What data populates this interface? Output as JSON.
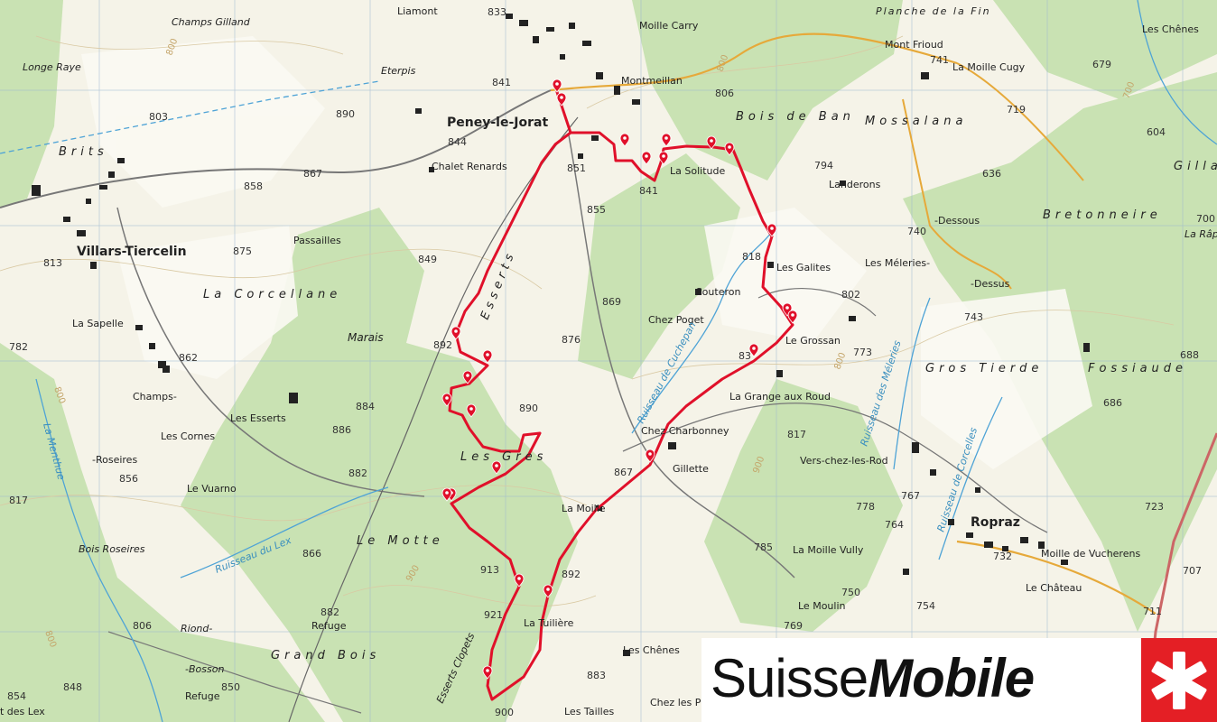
{
  "brand": {
    "word_plain": "Suisse",
    "word_bold": "Mobile",
    "flag_color": "#e41f25"
  },
  "route": {
    "color": "#e0102a",
    "marker_count": 24
  },
  "towns": [
    {
      "id": "peney",
      "label": "Peney-le-Jorat"
    },
    {
      "id": "villars",
      "label": "Villars-Tiercelin"
    },
    {
      "id": "ropraz",
      "label": "Ropraz"
    }
  ],
  "areas": [
    {
      "id": "esserts",
      "label": "Esserts"
    },
    {
      "id": "corcellane",
      "label": "La Corcellane"
    },
    {
      "id": "gres",
      "label": "Les Gres"
    },
    {
      "id": "motte",
      "label": "Le Motte"
    },
    {
      "id": "grandbois",
      "label": "Grand Bois"
    },
    {
      "id": "boisban",
      "label": "Bois de Ban"
    },
    {
      "id": "mossalana",
      "label": "Mossalana"
    },
    {
      "id": "brits",
      "label": "Brits"
    },
    {
      "id": "marais",
      "label": "Marais"
    },
    {
      "id": "grostierde",
      "label": "Gros Tierde"
    },
    {
      "id": "fossiaude",
      "label": "Fossiaude"
    },
    {
      "id": "bretonneire",
      "label": "Bretonneire"
    },
    {
      "id": "gilla",
      "label": "Gilla"
    }
  ],
  "places": [
    {
      "id": "champsgilland",
      "label": "Champs Gilland"
    },
    {
      "id": "liamont",
      "label": "Liamont"
    },
    {
      "id": "moillecarry",
      "label": "Moille Carry"
    },
    {
      "id": "planche",
      "label": "Planche de la Fin"
    },
    {
      "id": "leschenes1",
      "label": "Les Chênes"
    },
    {
      "id": "longeraye",
      "label": "Longe Raye"
    },
    {
      "id": "eterpis",
      "label": "Eterpis"
    },
    {
      "id": "montmeillan",
      "label": "Montmeillan"
    },
    {
      "id": "montfrioud",
      "label": "Mont Frioud"
    },
    {
      "id": "moillecugy",
      "label": "La Moille Cugy"
    },
    {
      "id": "chaletrenards",
      "label": "Chalet Renards"
    },
    {
      "id": "solitude",
      "label": "La Solitude"
    },
    {
      "id": "landerons",
      "label": "Landerons"
    },
    {
      "id": "dessous",
      "label": "-Dessous"
    },
    {
      "id": "rapi",
      "label": "La Râp"
    },
    {
      "id": "passailles",
      "label": "Passailles"
    },
    {
      "id": "galites",
      "label": "Les Galites"
    },
    {
      "id": "meleries",
      "label": "Les Méleries-"
    },
    {
      "id": "dessus",
      "label": "-Dessus"
    },
    {
      "id": "couteron",
      "label": "Couteron"
    },
    {
      "id": "chezpoget",
      "label": "Chez Poget"
    },
    {
      "id": "lasapelle",
      "label": "La Sapelle"
    },
    {
      "id": "grossan",
      "label": "Le Grossan"
    },
    {
      "id": "champs",
      "label": "Champs-"
    },
    {
      "id": "lesesserts",
      "label": "Les Esserts"
    },
    {
      "id": "grangeroud",
      "label": "La Grange aux Roud"
    },
    {
      "id": "lescornes",
      "label": "Les Cornes"
    },
    {
      "id": "roseires",
      "label": "-Roseires"
    },
    {
      "id": "charbonney",
      "label": "Chez Charbonney"
    },
    {
      "id": "gillette",
      "label": "Gillette"
    },
    {
      "id": "verschez",
      "label": "Vers-chez-les-Rod"
    },
    {
      "id": "vuarno",
      "label": "Le Vuarno"
    },
    {
      "id": "lamoille",
      "label": "La Moille"
    },
    {
      "id": "boisroseires",
      "label": "Bois Roseires"
    },
    {
      "id": "moillevully",
      "label": "La Moille Vully"
    },
    {
      "id": "moillevucherens",
      "label": "Moille de Vucherens"
    },
    {
      "id": "lechateau",
      "label": "Le Château"
    },
    {
      "id": "refuge1",
      "label": "Refuge"
    },
    {
      "id": "riond",
      "label": "Riond-"
    },
    {
      "id": "lemoulin",
      "label": "Le Moulin"
    },
    {
      "id": "lauilliere",
      "label": "La Tuilière"
    },
    {
      "id": "bosson",
      "label": "-Bosson"
    },
    {
      "id": "leschenes2",
      "label": "Les Chênes"
    },
    {
      "id": "refuge2",
      "label": "Refuge"
    },
    {
      "id": "esserts2",
      "label": "Esserts Clopets"
    },
    {
      "id": "desl",
      "label": "t des Lex"
    },
    {
      "id": "lestailles",
      "label": "Les Tailles"
    },
    {
      "id": "chezles",
      "label": "Chez les P"
    }
  ],
  "waters": [
    {
      "id": "cuchepan",
      "label": "Ruisseau de Cuchepan"
    },
    {
      "id": "lex",
      "label": "Ruisseau du Lex"
    },
    {
      "id": "menthue",
      "label": "La Menthue"
    },
    {
      "id": "meleries_r",
      "label": "Ruisseau des Méleries"
    },
    {
      "id": "corcelles",
      "label": "Ruisseau de Corcelles"
    }
  ],
  "elevations": [
    "833",
    "841",
    "890",
    "803",
    "844",
    "806",
    "741",
    "679",
    "719",
    "604",
    "851",
    "867",
    "858",
    "841",
    "855",
    "794",
    "636",
    "813",
    "875",
    "849",
    "818",
    "740",
    "700",
    "869",
    "802",
    "743",
    "782",
    "862",
    "876",
    "892",
    "83",
    "773",
    "688",
    "884",
    "890",
    "886",
    "686",
    "817",
    "856",
    "882",
    "867",
    "817",
    "778",
    "767",
    "764",
    "723",
    "866",
    "913",
    "892",
    "785",
    "732",
    "707",
    "882",
    "921",
    "750",
    "754",
    "806",
    "711",
    "848",
    "850",
    "854",
    "883",
    "769",
    "900"
  ],
  "contours": [
    "800",
    "800",
    "800",
    "800",
    "700",
    "900",
    "900",
    "800"
  ]
}
